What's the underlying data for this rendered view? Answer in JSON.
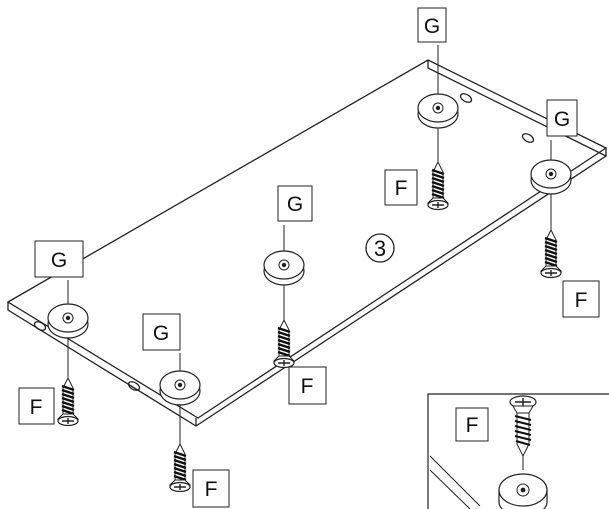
{
  "diagram": {
    "step_number": "3",
    "label_foot": "G",
    "label_screw": "F",
    "detail": {
      "label_screw": "F"
    }
  }
}
